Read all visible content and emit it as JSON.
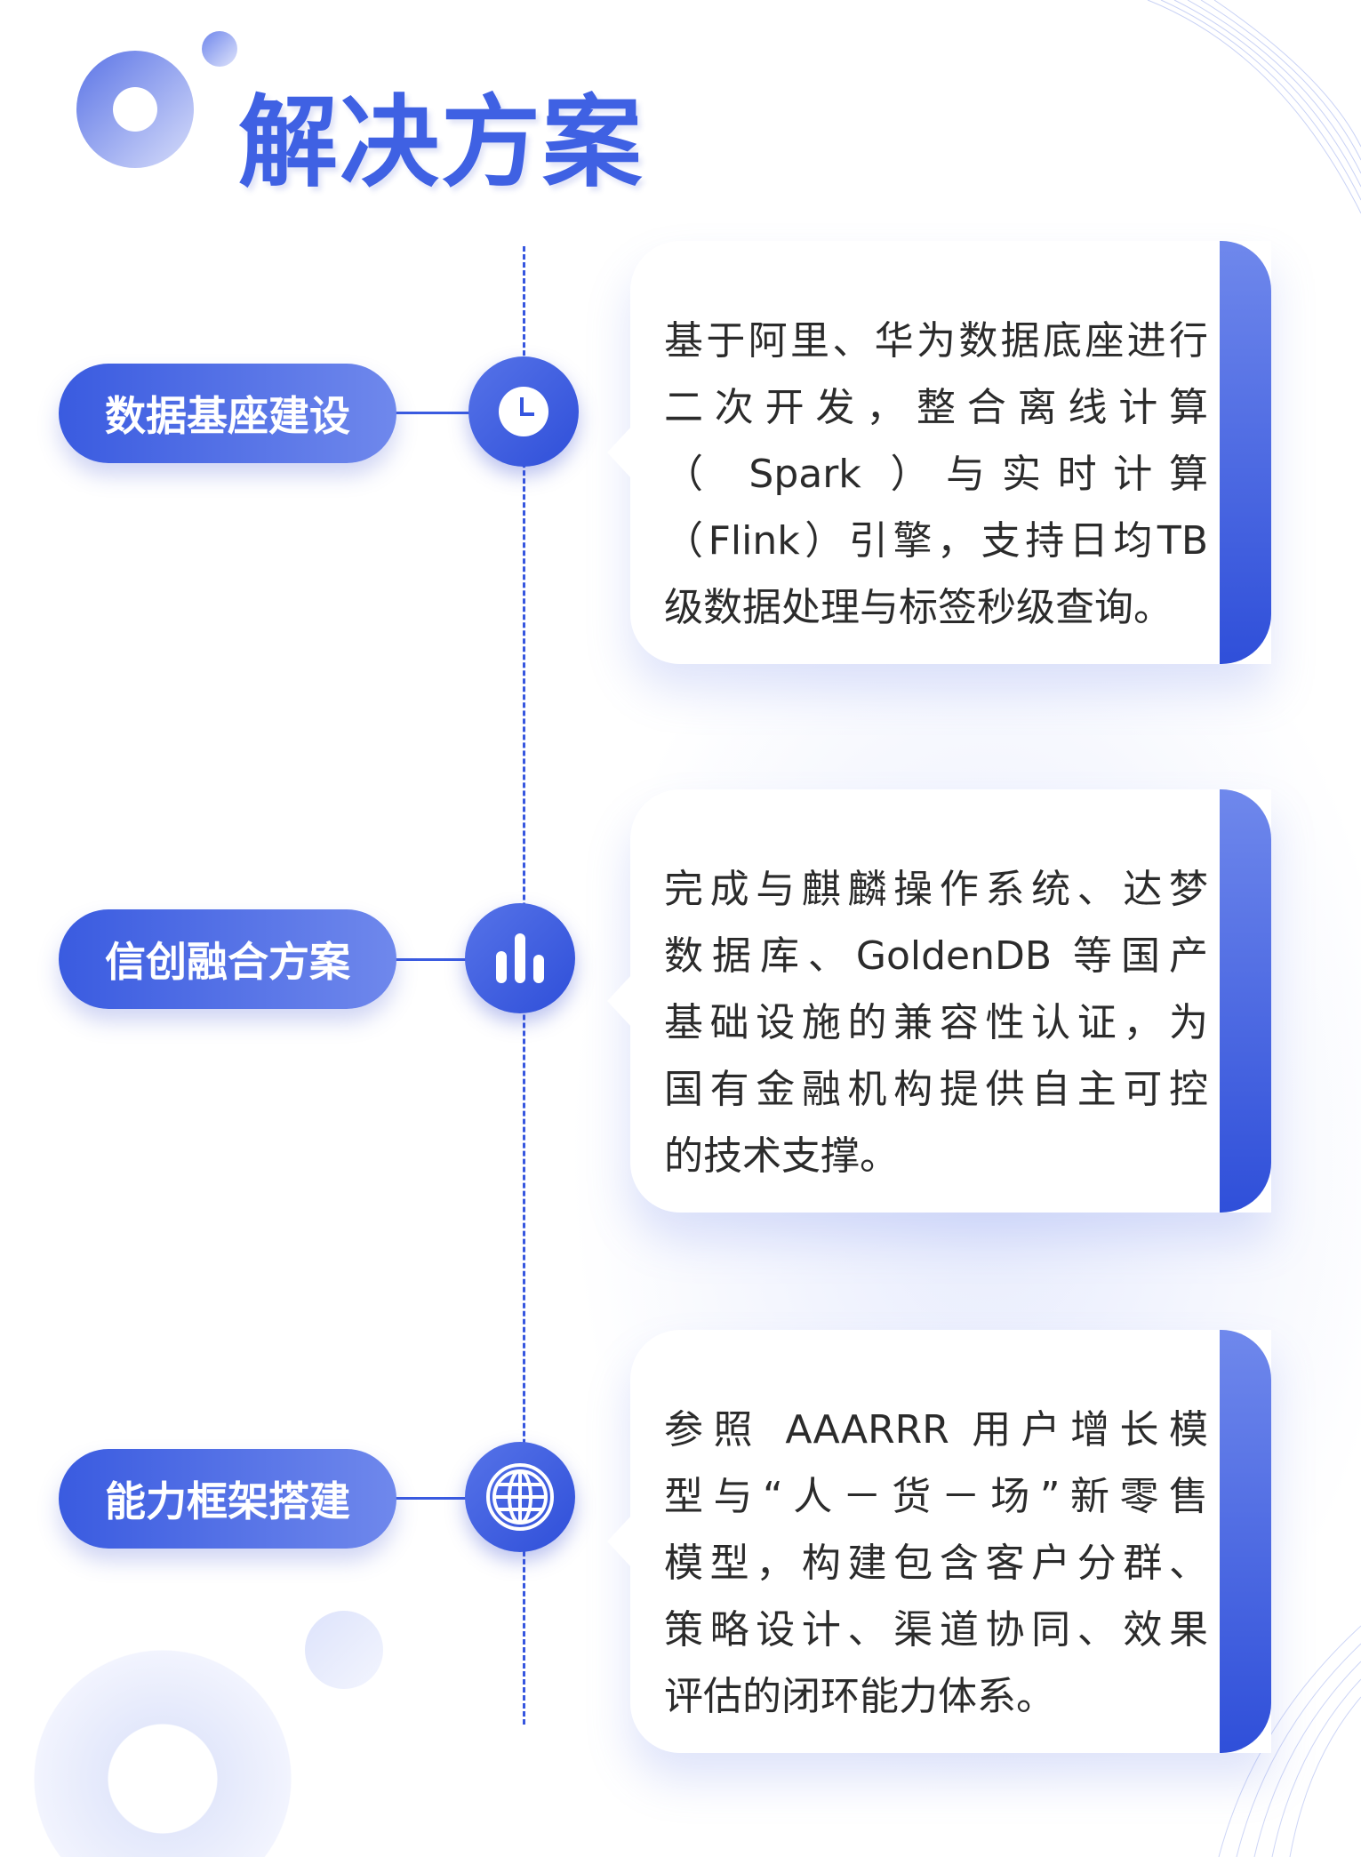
{
  "title": "解决方案",
  "colors": {
    "accent": "#3f61e3",
    "accent_dark": "#2f4fd9",
    "text": "#2b2b2b"
  },
  "items": [
    {
      "label": "数据基座建设",
      "icon": "clock-icon",
      "lines": [
        "基于阿里、华为数据底座进行",
        "二次开发，整合离线计算",
        "（ Spark ）与实时计算",
        "（Flink）引擎，支持日均TB",
        "级数据处理与标签秒级查询。"
      ]
    },
    {
      "label": "信创融合方案",
      "icon": "bar-chart-icon",
      "lines": [
        "完成与麒麟操作系统、达梦",
        "数据库、GoldenDB 等国产",
        "基础设施的兼容性认证，为",
        "国有金融机构提供自主可控",
        "的技术支撑。"
      ]
    },
    {
      "label": "能力框架搭建",
      "icon": "globe-icon",
      "lines": [
        "参照 AAARRR 用户增长模",
        "型与“人－货－场”新零售",
        "模型，构建包含客户分群、",
        "策略设计、渠道协同、效果",
        "评估的闭环能力体系。"
      ]
    }
  ]
}
